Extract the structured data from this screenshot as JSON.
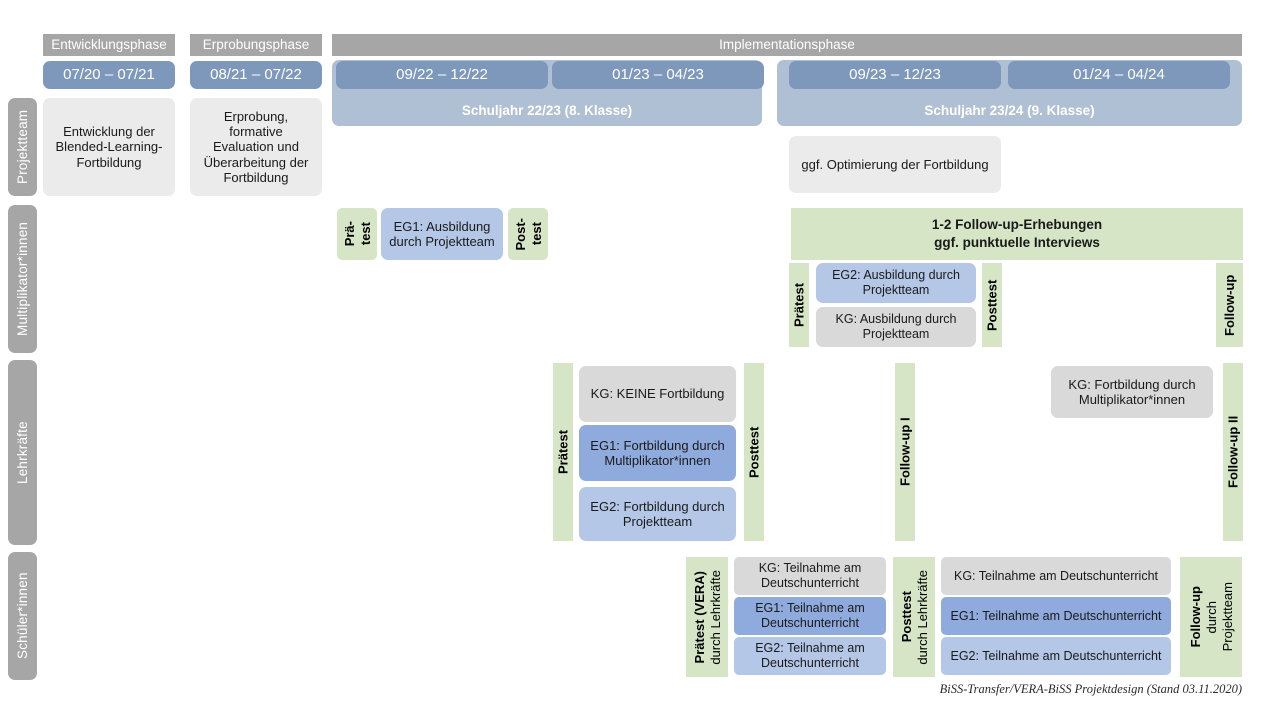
{
  "colors": {
    "phase_header": "#a6a6a6",
    "date_bar": "#7d98ba",
    "school_year": "#afbfd4",
    "sidebar": "#a6a6a6",
    "green_survey": "#d5e5c5",
    "eg1_blue": "#8faadc",
    "eg2_blue": "#b4c7e7",
    "kg_gray": "#d9d9d9",
    "light_gray": "#ebebeb"
  },
  "phases": [
    {
      "label": "Entwicklungsphase"
    },
    {
      "label": "Erprobungsphase"
    },
    {
      "label": "Implementationsphase"
    }
  ],
  "periods": [
    {
      "label": "07/20 – 07/21"
    },
    {
      "label": "08/21 – 07/22"
    },
    {
      "label": "09/22 – 12/22"
    },
    {
      "label": "01/23 – 04/23"
    },
    {
      "label": "09/23 – 12/23"
    },
    {
      "label": "01/24 – 04/24"
    }
  ],
  "school_years": [
    {
      "label": "Schuljahr 22/23 (8. Klasse)"
    },
    {
      "label": "Schuljahr 23/24 (9. Klasse)"
    }
  ],
  "sidebar": {
    "items": [
      {
        "label": "Projektteam"
      },
      {
        "label": "Multiplikator*innen"
      },
      {
        "label": "Lehrkräfte"
      },
      {
        "label": "Schüler*innen"
      }
    ]
  },
  "projektteam": {
    "entwicklung": "Entwicklung der Blended-Learning-Fortbildung",
    "erprobung": "Erprobung, formative Evaluation und Überarbeitung der Fortbildung",
    "optimierung": "ggf. Optimierung der Fortbildung"
  },
  "multiplikatoren": {
    "praetest_line1": "Prä-",
    "praetest_line2": "test",
    "eg1": "EG1: Ausbildung durch Projektteam",
    "posttest_line1": "Post-",
    "posttest_line2": "test",
    "banner_line1": "1-2 Follow-up-Erhebungen",
    "banner_line2": "ggf. punktuelle Interviews",
    "praetest2": "Prätest",
    "eg2": "EG2: Ausbildung durch Projektteam",
    "kg": "KG: Ausbildung durch Projektteam",
    "posttest2": "Posttest",
    "followup": "Follow-up"
  },
  "lehrkraefte": {
    "praetest": "Prätest",
    "kg": "KG:  KEINE Fortbildung",
    "eg1": "EG1: Fortbildung durch Multiplikator*innen",
    "eg2": "EG2: Fortbildung durch Projektteam",
    "posttest": "Posttest",
    "followup1": "Follow-up I",
    "kg2": "KG: Fortbildung durch Multiplikator*innen",
    "followup2": "Follow-up II"
  },
  "schueler": {
    "praetest_bold": "Prätest (VERA)",
    "praetest_sub": "durch Lehrkräfte",
    "kg1": "KG: Teilnahme am Deutschunterricht",
    "eg1_1": "EG1: Teilnahme am Deutschunterricht",
    "eg2_1": "EG2: Teilnahme am Deutschunterricht",
    "posttest_bold": "Posttest",
    "posttest_sub": "durch Lehrkräfte",
    "kg2": "KG: Teilnahme am Deutschunterricht",
    "eg1_2": "EG1: Teilnahme am Deutschunterricht",
    "eg2_2": "EG2: Teilnahme am Deutschunterricht",
    "followup_bold": "Follow-up",
    "followup_sub1": "durch",
    "followup_sub2": "Projektteam"
  },
  "footer": {
    "text": "BiSS-Transfer/VERA-BiSS Projektdesign (Stand 03.11.2020)"
  }
}
